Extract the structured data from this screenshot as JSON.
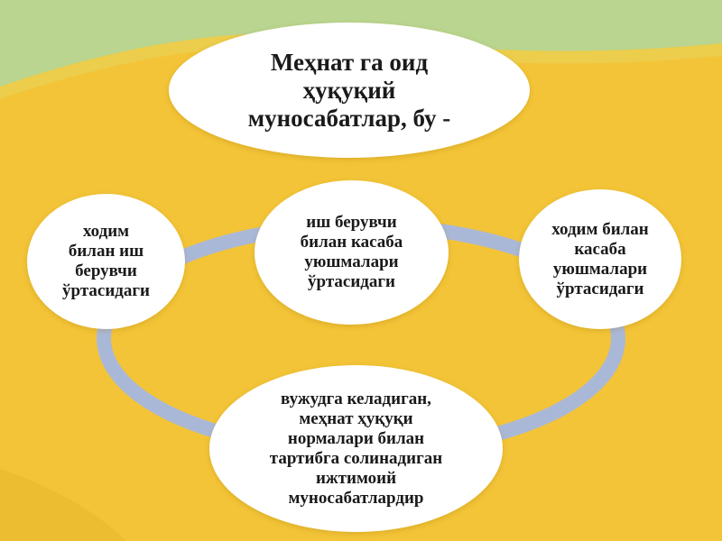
{
  "diagram": {
    "title": "Меҳнат га оид\nҳуқуқий\nмуносабатлар, бу -",
    "left": "ходим\nбилан иш\nберувчи\nўртасидаги",
    "center": "иш берувчи\nбилан касаба\nуюшмалари\nўртасидаги",
    "right": "ходим билан\nкасаба\nуюшмалари\nўртасидаги",
    "bottom": "вужудга келадиган,\nмеҳнат ҳуқуқи\nнормалари билан\nтартибга солинадиган\nижтимоий\nмуносабатлардир"
  },
  "colors": {
    "background": "#f3c437",
    "top_band": "#b9d58f",
    "ring": "#aab8d8",
    "node_fill": "#ffffff",
    "text": "#1a1a1a"
  }
}
